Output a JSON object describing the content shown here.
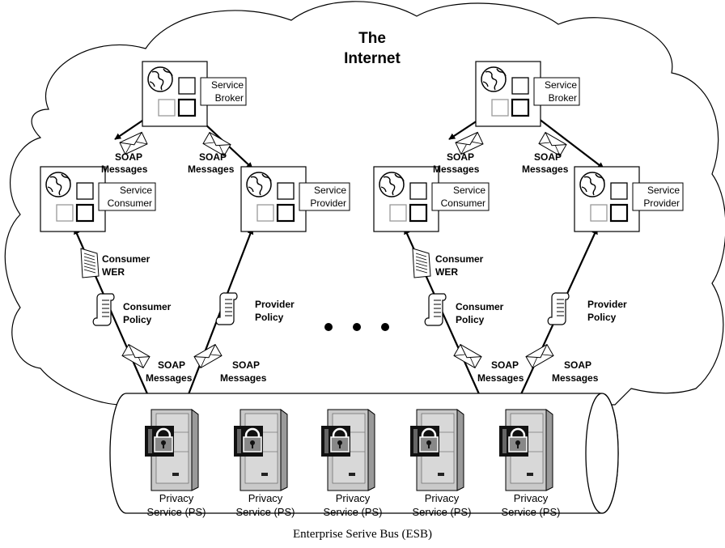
{
  "title": {
    "line1": "The",
    "line2": "Internet"
  },
  "groups": [
    {
      "broker": {
        "line1": "Service",
        "line2": "Broker"
      },
      "consumer": {
        "line1": "Service",
        "line2": "Consumer"
      },
      "provider": {
        "line1": "Service",
        "line2": "Provider"
      },
      "soap_left": {
        "line1": "SOAP",
        "line2": "Messages"
      },
      "soap_right": {
        "line1": "SOAP",
        "line2": "Messages"
      },
      "consumer_wer": {
        "line1": "Consumer",
        "line2": "WER"
      },
      "consumer_policy": {
        "line1": "Consumer",
        "line2": "Policy"
      },
      "provider_policy": {
        "line1": "Provider",
        "line2": "Policy"
      },
      "soap_bottom_left": {
        "line1": "SOAP",
        "line2": "Messages"
      },
      "soap_bottom_right": {
        "line1": "SOAP",
        "line2": "Messages"
      }
    },
    {
      "broker": {
        "line1": "Service",
        "line2": "Broker"
      },
      "consumer": {
        "line1": "Service",
        "line2": "Consumer"
      },
      "provider": {
        "line1": "Service",
        "line2": "Provider"
      },
      "soap_left": {
        "line1": "SOAP",
        "line2": "Messages"
      },
      "soap_right": {
        "line1": "SOAP",
        "line2": "Messages"
      },
      "consumer_wer": {
        "line1": "Consumer",
        "line2": "WER"
      },
      "consumer_policy": {
        "line1": "Consumer",
        "line2": "Policy"
      },
      "provider_policy": {
        "line1": "Provider",
        "line2": "Policy"
      },
      "soap_bottom_left": {
        "line1": "SOAP",
        "line2": "Messages"
      },
      "soap_bottom_right": {
        "line1": "SOAP",
        "line2": "Messages"
      }
    }
  ],
  "privacy_services": [
    {
      "line1": "Privacy",
      "line2": "Service (PS)"
    },
    {
      "line1": "Privacy",
      "line2": "Service (PS)"
    },
    {
      "line1": "Privacy",
      "line2": "Service (PS)"
    },
    {
      "line1": "Privacy",
      "line2": "Service (PS)"
    },
    {
      "line1": "Privacy",
      "line2": "Service (PS)"
    }
  ],
  "esb_label": "Enterprise Serive Bus (ESB)",
  "icons": {
    "node": "globe-icon",
    "message": "envelope-icon",
    "policy": "scroll-icon",
    "wer": "document-icon",
    "server": "server-lock-icon",
    "continuation": "ellipsis-dots"
  }
}
